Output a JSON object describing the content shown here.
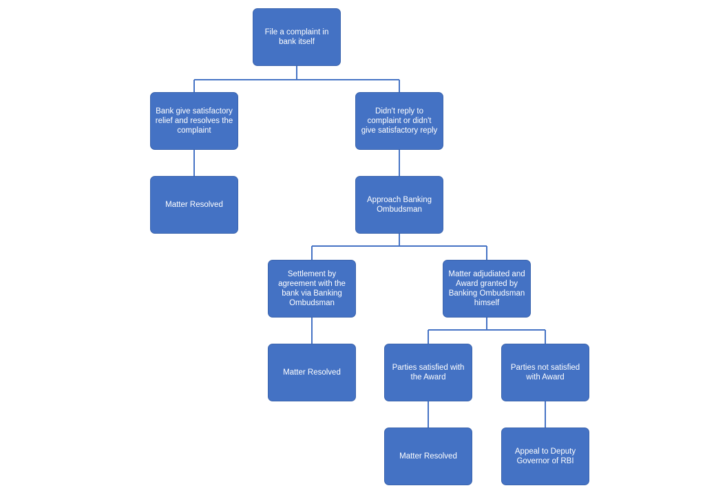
{
  "diagram": {
    "nodes": {
      "root": "File a complaint in bank itself",
      "bank_resolves": "Bank give satisfactory relief and resolves the complaint",
      "no_reply": "Didn't reply to complaint or didn't give satisfactory reply",
      "resolved_1": "Matter Resolved",
      "approach_ombudsman": "Approach Banking Ombudsman",
      "settlement": "Settlement by agreement with the bank via Banking Ombudsman",
      "adjudicated": "Matter adjudiated and Award granted by Banking Ombudsman himself",
      "resolved_2": "Matter Resolved",
      "parties_satisfied": "Parties satisfied with the Award",
      "parties_not_satisfied": "Parties not satisfied with Award",
      "resolved_3": "Matter Resolved",
      "appeal": "Appeal to Deputy Governor of RBI"
    },
    "colors": {
      "node_fill": "#4472c4",
      "node_text": "#ffffff",
      "connector": "#4472c4"
    }
  }
}
